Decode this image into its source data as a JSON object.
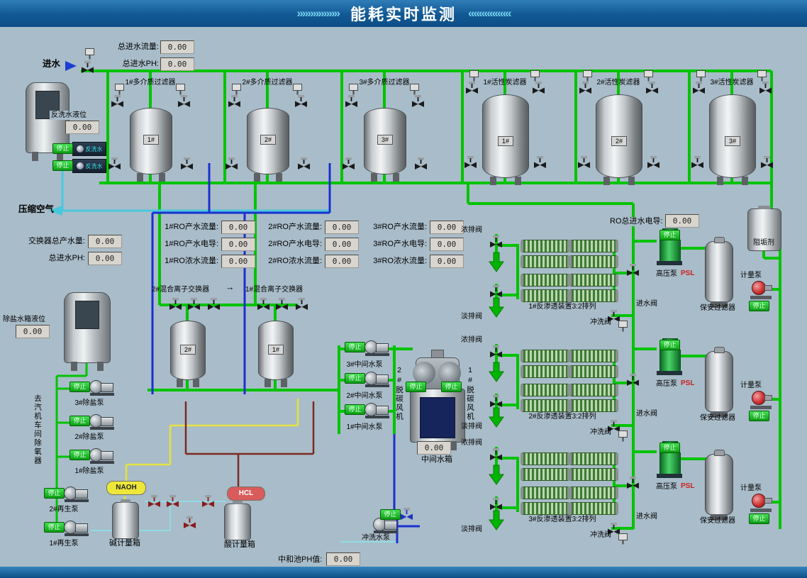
{
  "title": {
    "text": "能耗实时监测",
    "left_deco": "»»»»»»»»",
    "right_deco": "««««««««"
  },
  "common": {
    "stop": "停止",
    "arrow_right": "→"
  },
  "top": {
    "inlet": "进水",
    "flow_label": "总进水流量:",
    "flow_value": "0.00",
    "ph_label": "总进水PH:",
    "ph_value": "0.00",
    "backwash_level_label": "反洗水液位",
    "backwash_level_value": "0.00",
    "backwash_pump_label": "反洗水"
  },
  "filters": [
    {
      "name": "1#多介质过滤器",
      "tag": "1#"
    },
    {
      "name": "2#多介质过滤器",
      "tag": "2#"
    },
    {
      "name": "3#多介质过滤器",
      "tag": "3#"
    },
    {
      "name": "1#活性炭滤器",
      "tag": "1#"
    },
    {
      "name": "2#活性炭滤器",
      "tag": "2#"
    },
    {
      "name": "3#活性炭滤器",
      "tag": "3#"
    }
  ],
  "left": {
    "compressed_air": "压缩空气",
    "exch_total_label": "交换器总产水量:",
    "exch_total_value": "0.00",
    "inlet_ph_label": "总进水PH:",
    "inlet_ph_value": "0.00",
    "demin_level_label": "除盐水箱液位",
    "demin_level_value": "0.00",
    "deaerator_note": "去汽机车间除氧器",
    "pumps": [
      "3#除盐泵",
      "2#除盐泵",
      "1#除盐泵",
      "2#再生泵",
      "1#再生泵"
    ]
  },
  "ro_meters": {
    "items": [
      {
        "label": "1#RO产水流量:",
        "value": "0.00"
      },
      {
        "label": "2#RO产水流量:",
        "value": "0.00"
      },
      {
        "label": "3#RO产水流量:",
        "value": "0.00"
      },
      {
        "label": "1#RO产水电导:",
        "value": "0.00"
      },
      {
        "label": "2#RO产水电导:",
        "value": "0.00"
      },
      {
        "label": "3#RO产水电导:",
        "value": "0.00"
      },
      {
        "label": "1#RO浓水流量:",
        "value": "0.00"
      },
      {
        "label": "2#RO浓水流量:",
        "value": "0.00"
      },
      {
        "label": "3#RO浓水流量:",
        "value": "0.00"
      }
    ],
    "total_cond_label": "RO总进水电导:",
    "total_cond_value": "0.00"
  },
  "exchangers": [
    {
      "name": "2#混合离子交换器",
      "tag": "2#"
    },
    {
      "name": "1#混合离子交换器",
      "tag": "1#"
    }
  ],
  "mid_pumps": [
    "3#中间水泵",
    "2#中间水泵",
    "1#中间水泵"
  ],
  "fans": [
    "2#脱碳风机",
    "1#脱碳风机"
  ],
  "intermediate_tank": {
    "name": "中间水箱",
    "value": "0.00"
  },
  "chemicals": {
    "naoh": "NAOH",
    "hcl": "HCL",
    "alkali_box": "碱计量箱",
    "acid_box": "酸计量箱",
    "flush_pump": "冲洗水泵",
    "neutral_label": "中和池PH值:",
    "neutral_value": "0.00"
  },
  "ro_units": {
    "labels": [
      "1#反渗透装置3:2排列",
      "2#反渗透装置3:2排列",
      "3#反渗透装置3:2排列"
    ],
    "conc_valve": "浓排阀",
    "perm_valve": "淡排阀",
    "inlet_valve": "进水阀",
    "flush_valve": "冲洗阀",
    "hp_pump": "高压泵",
    "psl": "PSL",
    "guard_filter": "保安过滤器",
    "metering_pump": "计量泵"
  },
  "right": {
    "antiscalant": "阻垢剂"
  }
}
